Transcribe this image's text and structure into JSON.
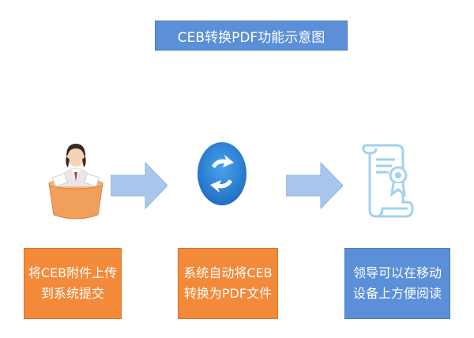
{
  "title": "CEB转换PDF功能示意图",
  "steps": [
    {
      "icon": "person-with-documents-icon",
      "line1": "将CEB附件上传",
      "line2": "到系统提交",
      "color": "#f28a3a"
    },
    {
      "icon": "convert-cycle-icon",
      "line1": "系统自动将CEB",
      "line2": "转换为PDF文件",
      "color": "#f28a3a"
    },
    {
      "icon": "scroll-document-icon",
      "line1": "领导可以在移动",
      "line2": "设备上方便阅读",
      "color": "#5b8fd8"
    }
  ],
  "colors": {
    "title_bg": "#5b8fd8",
    "arrow": "#a9c7ec",
    "orange": "#f28a3a",
    "blue": "#5b8fd8",
    "icon_light_blue": "#9fd2ef"
  }
}
